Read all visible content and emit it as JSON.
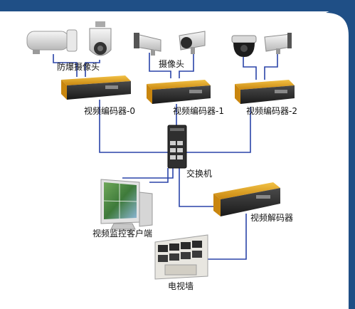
{
  "colors": {
    "frame": "#1f4f86",
    "link": "#2a44a8",
    "device_orange": "#e0a21e",
    "device_dark": "#2b2b2b"
  },
  "labels": {
    "explosion_proof_camera": "防爆摄像头",
    "camera": "摄像头",
    "encoder_0": "视频编码器-0",
    "encoder_1": "视频编码器-1",
    "encoder_2": "视频编码器-2",
    "switch": "交换机",
    "monitor_client": "视频监控客户端",
    "decoder": "视频解码器",
    "video_wall": "电视墙"
  },
  "icons": {
    "camera_bullet": "bullet-camera-icon",
    "camera_dome": "dome-camera-icon",
    "camera_speed_dome": "speed-dome-camera-icon",
    "encoder": "video-encoder-icon",
    "decoder": "video-decoder-icon",
    "switch": "network-switch-icon",
    "monitor": "monitor-icon",
    "video_wall": "video-wall-icon"
  }
}
